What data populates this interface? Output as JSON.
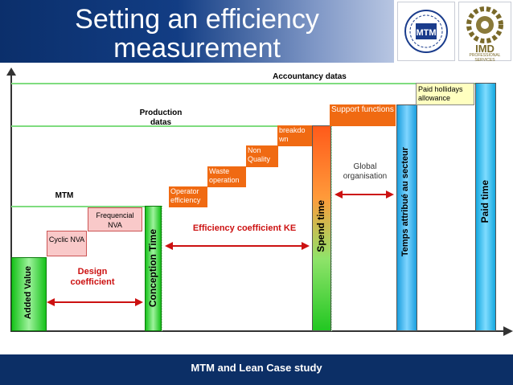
{
  "header": {
    "title": "Setting an efficiency measurement"
  },
  "footer": {
    "text": "MTM and Lean Case study"
  },
  "logos": {
    "left": "MTM logo",
    "right": "IMD",
    "right_sub": "PROFESSIONAL SERVICES"
  },
  "diagram": {
    "accountancy": "Accountancy datas",
    "production": "Production datas",
    "mtm": "MTM",
    "added_value": "Added Value",
    "conception_time": "Conception Time",
    "spend_time": "Spend time",
    "temps_attribue": "Temps attribué au secteur",
    "paid_time": "Paid time",
    "cyclic": "Cyclic NVA",
    "frequencial": "Frequencial NVA",
    "operator": "Operator efficiency",
    "waste": "Waste operation",
    "non_quality": "Non Quality",
    "breakdown": "breakdo wn",
    "support": "Support functions",
    "paid_holidays": "Paid hollidays allowance",
    "design_coef": "Design coefficient",
    "efficiency_coef": "Efficiency coefficient KE",
    "global_org": "Global organisation"
  },
  "colors": {
    "header": "#0b2f6b",
    "orange_step": "#f06a12",
    "red_arrow": "#cc1111",
    "green_line": "#7fdc7f",
    "pink_box": "#f9c9c9",
    "yellow_box": "#ffffc0"
  }
}
